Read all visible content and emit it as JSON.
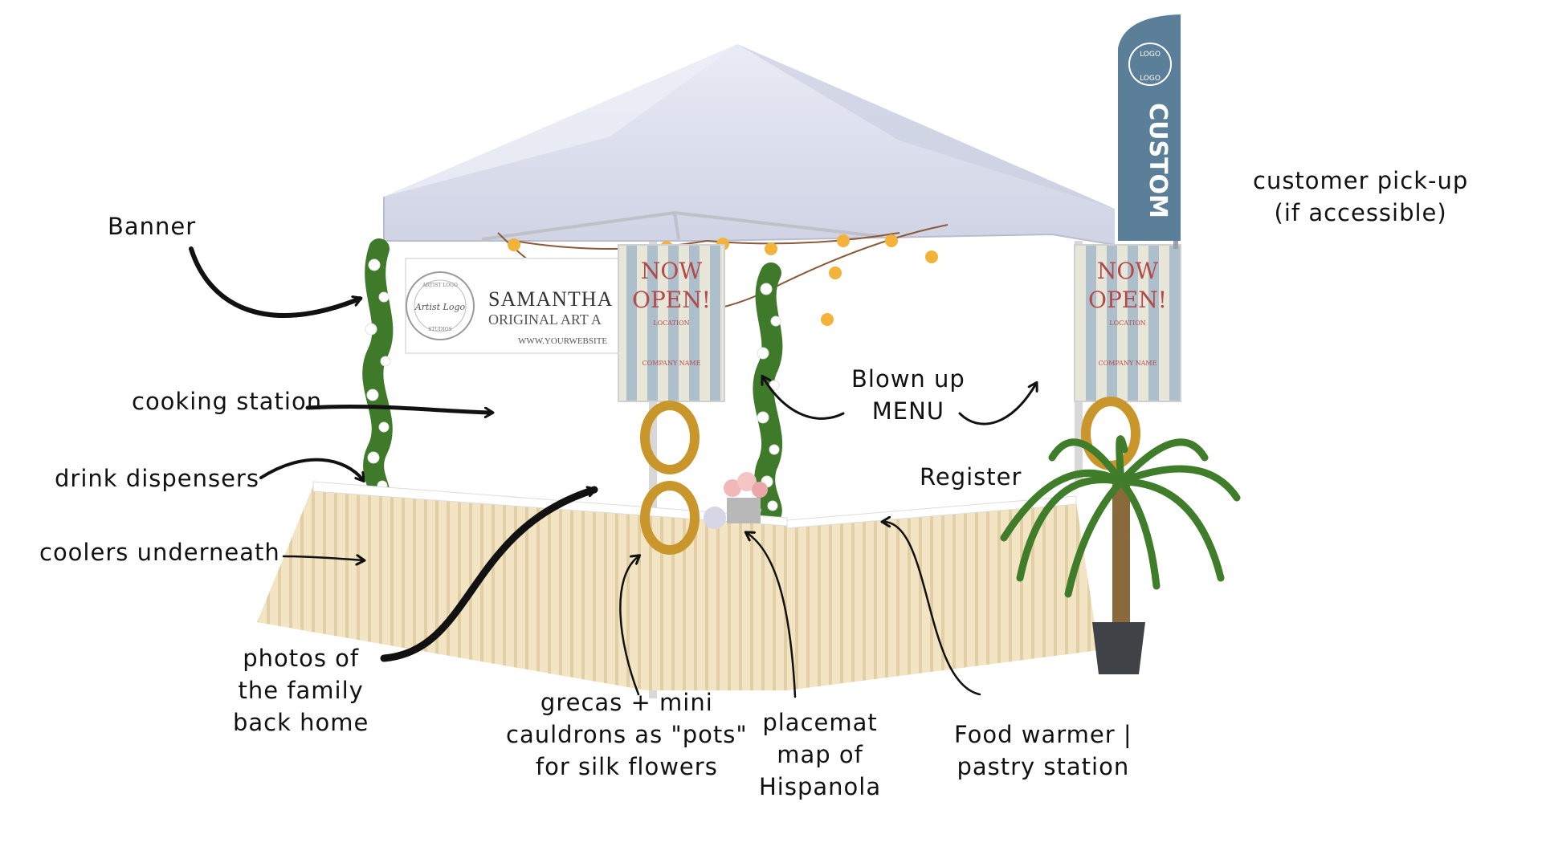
{
  "colors": {
    "ink": "#111111",
    "tent_canopy": "#dfe2ef",
    "skirt": "#f3e4c4",
    "sign_stripe_blue": "#aebfcc",
    "sign_text_red": "#b34a4a",
    "flag_blue": "#5c7f99",
    "gold_frame": "#c9962c"
  },
  "annotations": {
    "banner": "Banner",
    "cooking_station": "cooking station",
    "drink_dispensers": "drink dispensers",
    "coolers_underneath": "coolers underneath",
    "photos": [
      "photos of",
      "the family",
      "back home"
    ],
    "grecas": [
      "grecas + mini",
      "cauldrons as \"pots\"",
      "for silk flowers"
    ],
    "placemat": [
      "placemat",
      "map of",
      "Hispanola"
    ],
    "food_warmer": [
      "Food warmer |",
      "pastry station"
    ],
    "register": "Register",
    "menu": [
      "Blown up",
      "MENU"
    ],
    "customer_pickup": [
      "customer pick-up",
      "(if accessible)"
    ]
  },
  "banner_sign": {
    "name": "SAMANTHA",
    "line2": "ORIGINAL ART A",
    "website": "WWW.YOURWEBSITE",
    "logo_text": "Artist Logo",
    "logo_ring_top": "ARTIST LOGO",
    "logo_ring_bottom": "STUDIOS"
  },
  "menu_sign": {
    "line1": "NOW",
    "line2": "OPEN!",
    "location": "LOCATION",
    "company": "COMPANY NAME"
  },
  "flag": {
    "logo_top": "LOGO",
    "logo_bottom": "LOGO",
    "text": "CUSTOM"
  },
  "icons": [
    "tent-icon",
    "flower-garland-icon",
    "string-lights-icon",
    "oval-frame-icon",
    "palm-tree-icon",
    "feather-flag-icon",
    "arrow-icon"
  ]
}
